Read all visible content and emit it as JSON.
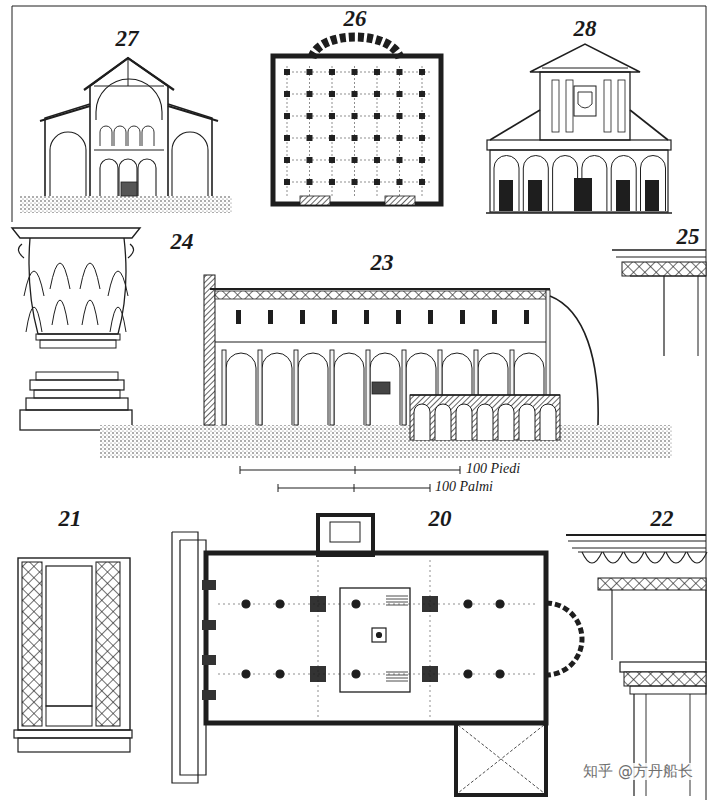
{
  "diagram": {
    "labels": [
      "27",
      "26",
      "28",
      "24",
      "25",
      "23",
      "100 Piedi",
      "100 Palmi",
      "21",
      "20",
      "22",
      "知乎 @方丹船长"
    ]
  }
}
